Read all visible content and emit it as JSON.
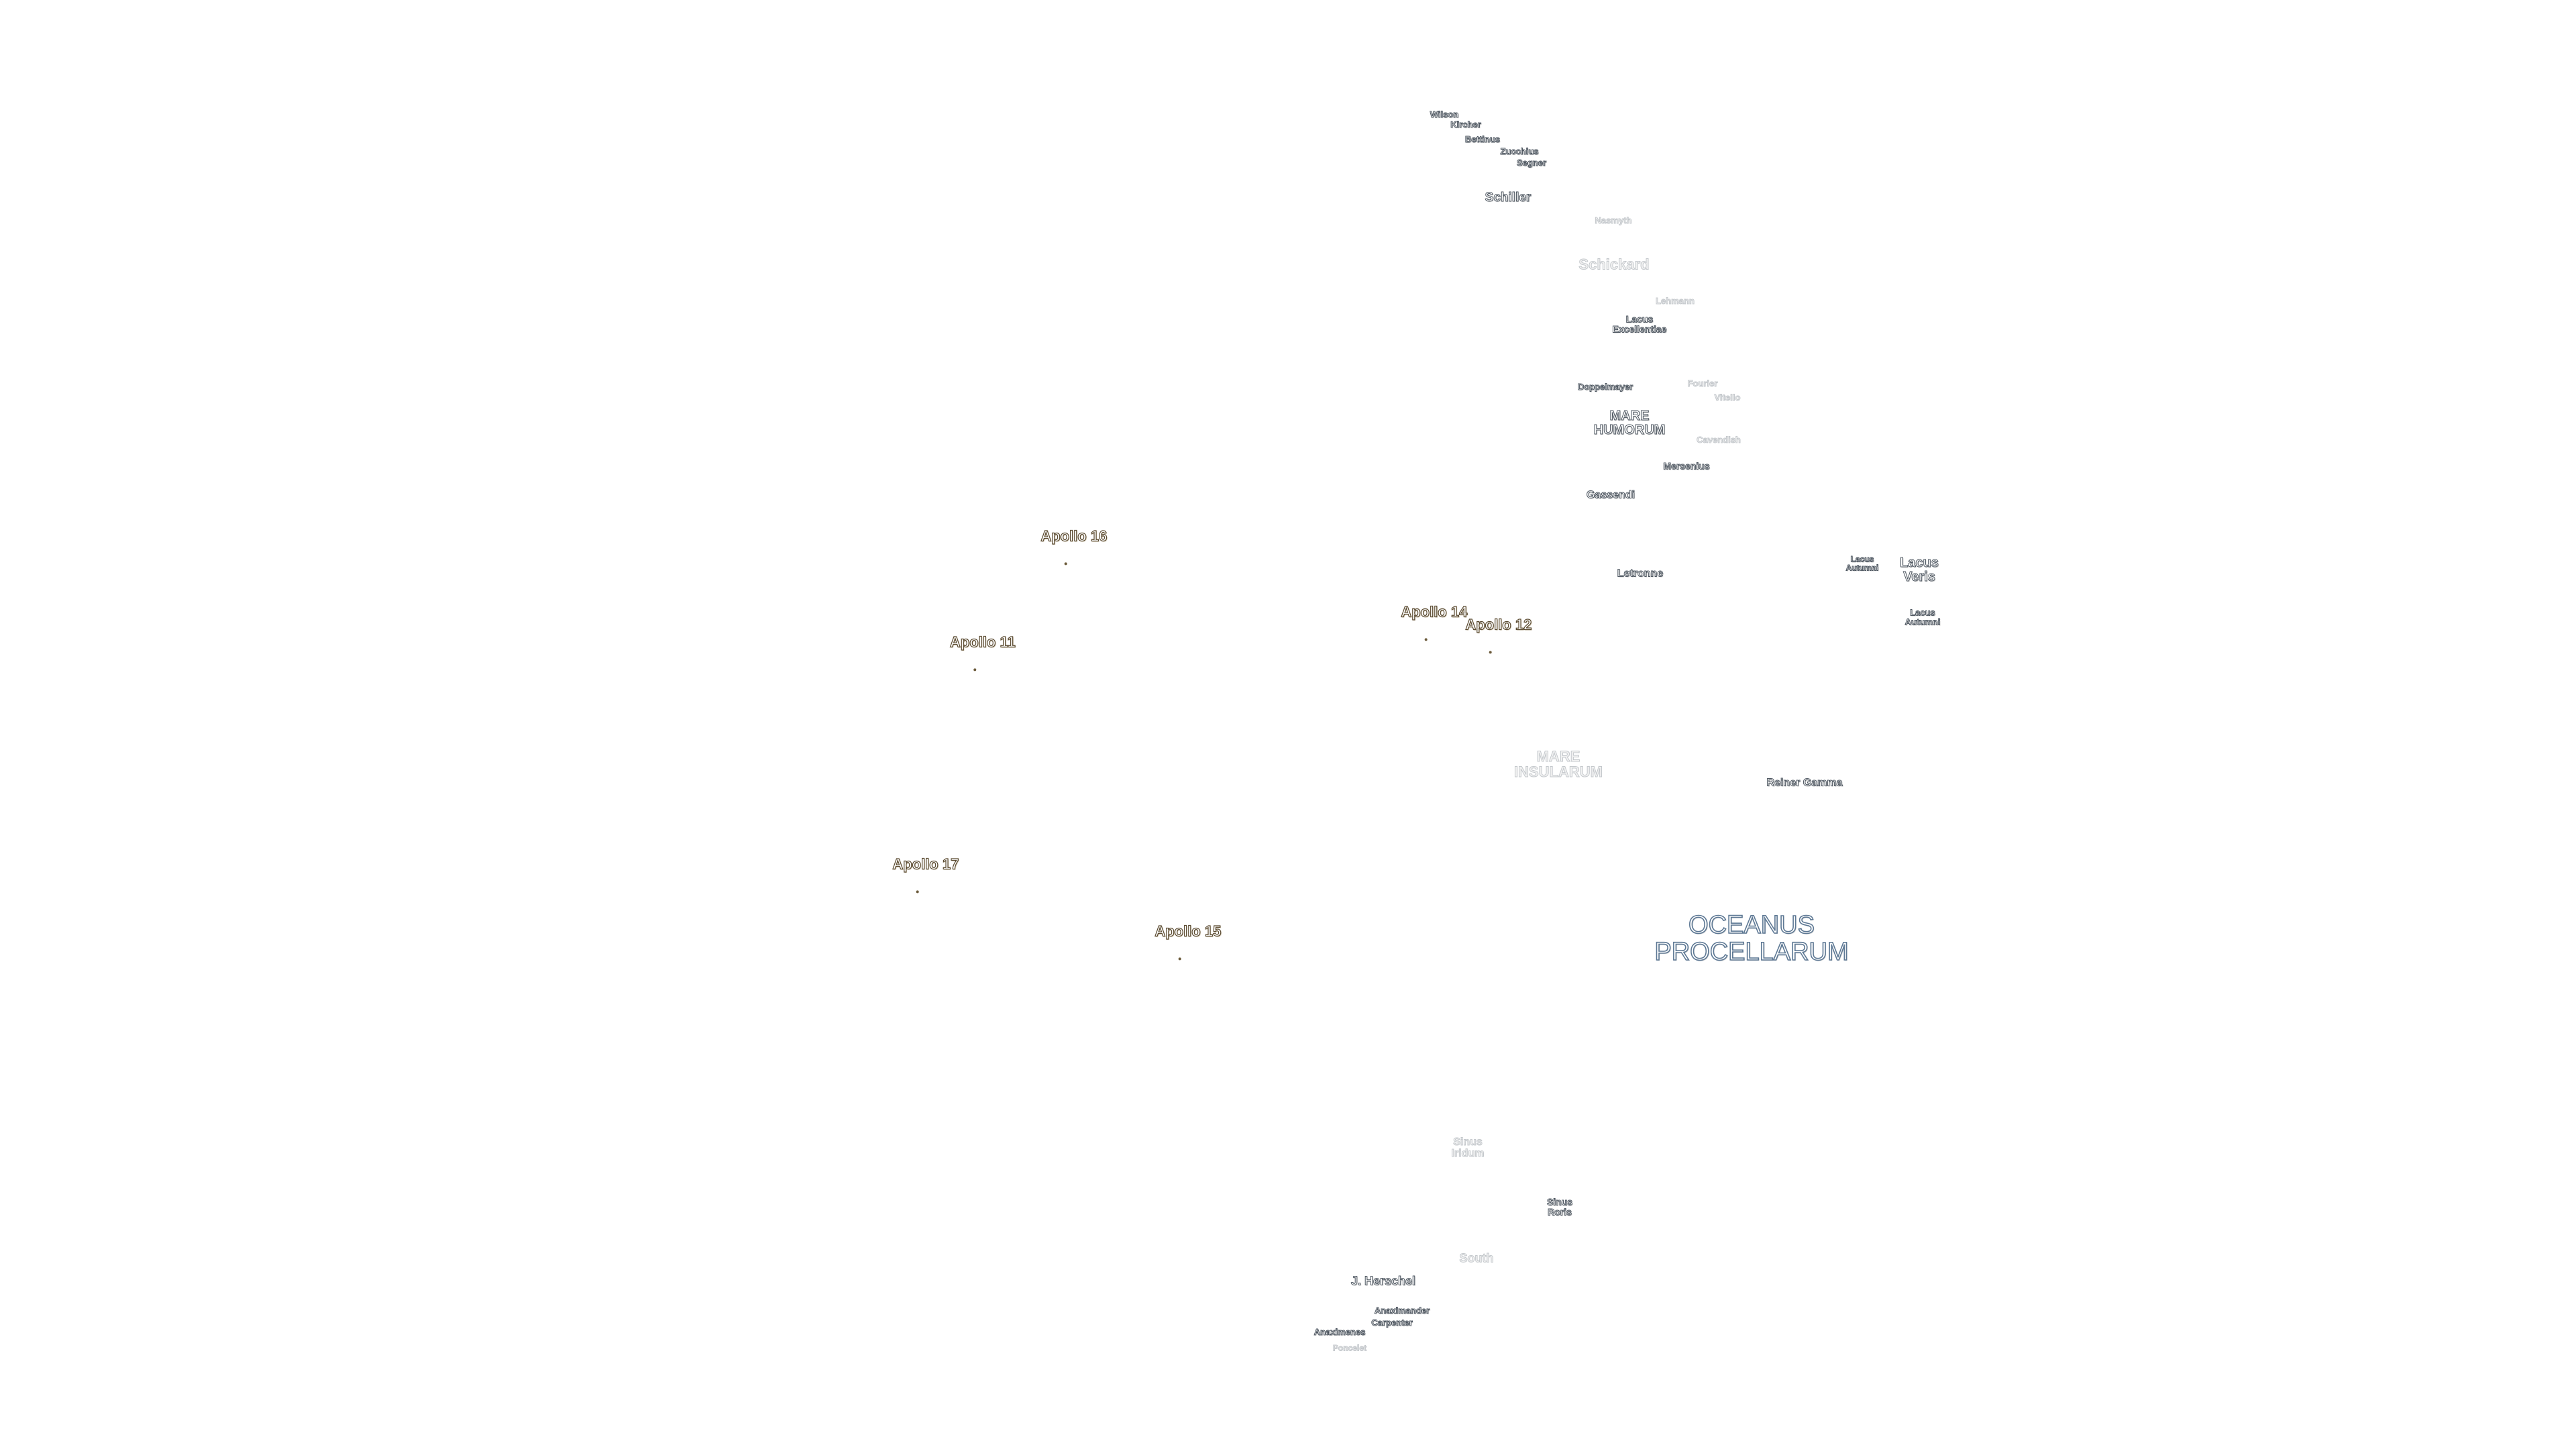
{
  "colors": {
    "background": "#ffffff",
    "feature_outline": "#4d5660",
    "faint_outline": "#c4c8cc",
    "ocean_outline": "#5d7894",
    "apollo_outline": "#5a4a30"
  },
  "features": [
    {
      "id": "wilson",
      "text": "Wilson"
    },
    {
      "id": "kircher",
      "text": "Kircher"
    },
    {
      "id": "bettinus",
      "text": "Bettinus"
    },
    {
      "id": "zucchius",
      "text": "Zucchius"
    },
    {
      "id": "segner",
      "text": "Segner"
    },
    {
      "id": "schiller",
      "text": "Schiller"
    },
    {
      "id": "noname1",
      "text": ""
    },
    {
      "id": "nasmyth",
      "text": "Nasmyth"
    },
    {
      "id": "schickard",
      "text": "Schickard"
    },
    {
      "id": "lehmann",
      "text": "Lehmann"
    },
    {
      "id": "lacus-excellentiae",
      "text": "Lacus\nExcellentiae"
    },
    {
      "id": "doppelmayer",
      "text": "Doppelmayer"
    },
    {
      "id": "fourier",
      "text": "Fourier"
    },
    {
      "id": "vitello",
      "text": "Vitello"
    },
    {
      "id": "mare-humorum",
      "text": "MARE\nHUMORUM"
    },
    {
      "id": "cavendish",
      "text": "Cavendish"
    },
    {
      "id": "mersenius",
      "text": "Mersenius"
    },
    {
      "id": "gassendi",
      "text": "Gassendi"
    },
    {
      "id": "lacus-autumni",
      "text": "Lacus\nAutumni"
    },
    {
      "id": "lacus-veris",
      "text": "Lacus\nVeris"
    },
    {
      "id": "lacus-australis",
      "text": "Lacus\nAutumni"
    },
    {
      "id": "letronne",
      "text": "Letronne"
    },
    {
      "id": "mare-insularum",
      "text": "MARE\nINSULARUM"
    },
    {
      "id": "reiner-gamma",
      "text": "Reiner Gamma"
    },
    {
      "id": "oceanus-procellarum",
      "text": "OCEANUS\nPROCELLARUM"
    },
    {
      "id": "sinus-iridum",
      "text": "Sinus\nIridum"
    },
    {
      "id": "sinus-roris",
      "text": "Sinus\nRoris"
    },
    {
      "id": "south",
      "text": "South"
    },
    {
      "id": "j-herschel",
      "text": "J. Herschel"
    },
    {
      "id": "anaximander",
      "text": "Anaximander"
    },
    {
      "id": "carpenter",
      "text": "Carpenter"
    },
    {
      "id": "anaximenes",
      "text": "Anaximenes"
    },
    {
      "id": "poncelet",
      "text": "Poncelet"
    }
  ],
  "apollo_sites": [
    {
      "id": "apollo-16",
      "text": "Apollo 16"
    },
    {
      "id": "apollo-14",
      "text": "Apollo 14"
    },
    {
      "id": "apollo-12",
      "text": "Apollo 12"
    },
    {
      "id": "apollo-11",
      "text": "Apollo 11"
    },
    {
      "id": "apollo-17",
      "text": "Apollo 17"
    },
    {
      "id": "apollo-15",
      "text": "Apollo 15"
    }
  ]
}
